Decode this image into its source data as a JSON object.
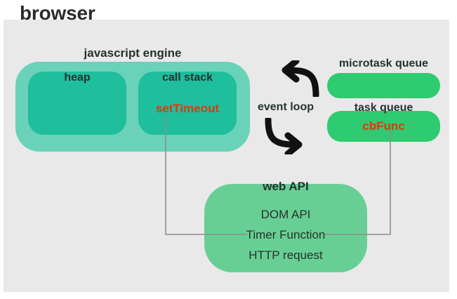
{
  "diagram": {
    "title": "browser",
    "panel_color": "#e9e9e9",
    "accent_teal": "#1fbe9d",
    "accent_teal_light": "#69d2b9",
    "accent_green": "#2ecb70",
    "accent_green_light": "#68cf94",
    "highlight_red": "#e2370f",
    "text_dark": "#24332e",
    "connector_color": "#8e8e8e"
  },
  "js_engine": {
    "label": "javascript engine",
    "heap": {
      "label": "heap"
    },
    "call_stack": {
      "label": "call stack",
      "frames": [
        {
          "name": "setTimeout",
          "highlight": true
        }
      ]
    }
  },
  "event_loop": {
    "label": "event loop",
    "arrows": [
      {
        "name": "arrow-up-left",
        "direction": "left"
      },
      {
        "name": "arrow-down-right",
        "direction": "right"
      }
    ]
  },
  "queues": {
    "microtask": {
      "label": "microtask queue",
      "items": []
    },
    "task": {
      "label": "task queue",
      "items": [
        {
          "name": "cbFunc",
          "highlight": true
        }
      ]
    }
  },
  "web_api": {
    "label": "web API",
    "items": [
      "DOM API",
      "Timer Function",
      "HTTP request"
    ]
  },
  "connections": [
    {
      "name": "call-stack-to-web-api",
      "from": "setTimeout",
      "to": "Timer Function"
    },
    {
      "name": "web-api-to-task-queue",
      "from": "Timer Function",
      "to": "cbFunc"
    }
  ]
}
